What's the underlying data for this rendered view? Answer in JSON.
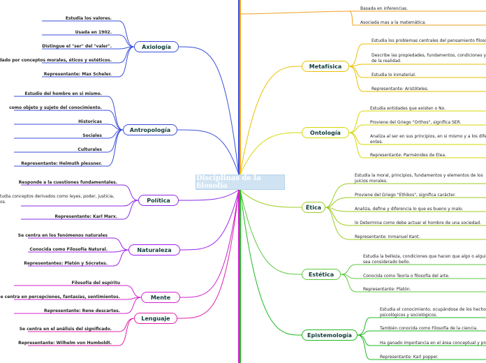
{
  "root": "Disciplinas de la filosofía",
  "branches": {
    "axiologia": {
      "label": "Axiología",
      "color": "#3a4ed8",
      "items": [
        "Estudia los valores.",
        "Usada en 1902.",
        "Distingue el \"ser\" del \"valer\".",
        "Viene dado por conceptos morales, éticos y estéticos.",
        "Representante: Max Scheler."
      ]
    },
    "antropologia": {
      "label": "Antropología",
      "color": "#3a4ed8",
      "items": [
        "Estudio del hombre en si mismo.",
        "como objeto y sujeto del conocimiento.",
        "Historicas",
        "Sociales",
        "Culturales",
        "Representante: Helmuth plessner."
      ]
    },
    "politica": {
      "label": "Política",
      "color": "#8a2be2",
      "items": [
        "Responde a la cuestiones fundamentales.",
        "tudia conceptos derivados como leyes, poder, justicia,",
        "os.",
        "Representante: Karl Marx."
      ]
    },
    "naturaleza": {
      "label": "Naturaleza",
      "color": "#a020f0",
      "items": [
        "Se centra en los fenómenos naturales",
        "Conocida como Filosofía Natural.",
        "Representantes: Platón y Sócrates."
      ]
    },
    "mente": {
      "label": "Mente",
      "color": "#d020d0",
      "items": [
        "Filosofía del espíritu",
        "Se centra en percepciones, fantasías, sentimientos.",
        "Representante: Rene descartes."
      ]
    },
    "lenguaje": {
      "label": "Lenguaje",
      "color": "#e020a8",
      "items": [
        "Se centra en el análisis del significado.",
        "Representante: Wilhelm von Humboldt."
      ]
    },
    "top_right": {
      "color": "#f0a020",
      "items": [
        "Basada en inferencias.",
        "Asociada mas a la matemática."
      ]
    },
    "metafisica": {
      "label": "Metafísica",
      "color": "#e8c000",
      "items": [
        "Estudia los problemas centrales del pensamiento filosófico",
        "Describe las propiedades, fundamentos, condiciones y caus",
        "de la realidad.",
        "Estudia lo inmaterial.",
        "Representante: Aristóteles."
      ]
    },
    "ontologia": {
      "label": "Ontología",
      "color": "#d4d800",
      "items": [
        "Estudia entidades que existen o No.",
        "Proviene del Griego \"Orthos\", significa SER.",
        "Analiza al ser en sus principios, en si mismo y a los diferent",
        "entes.",
        "Representante: Parménides de Elea."
      ]
    },
    "etica": {
      "label": "Ética",
      "color": "#9ccc20",
      "items": [
        "Estudia la moral, principios, fundamentos y elementos de los",
        "juicios morales.",
        "Proviene del Griego \"Ethikos\", significa carácter.",
        "Analiza, define y diferencia lo que es bueno y malo.",
        "lo Determina como debe actuar el hombre de una sociedad.",
        "Representante: Inmanuel Kant."
      ]
    },
    "estetica": {
      "label": "Estética",
      "color": "#5cc83c",
      "items": [
        "Estudia la belleza, condiciones que hacen que algo o alguien",
        "sea considerado bello.",
        "Conocida como Teoría o filosofía del arte.",
        "Representante: Platón."
      ]
    },
    "epistemologia": {
      "label": "Epistemología",
      "color": "#20b820",
      "items": [
        "Estudia el conocimiento, ocupándose de los hechos hi",
        "psicológicos y sociológicos.",
        "También conocida como Filosofía de la ciencia.",
        "Ha ganado importancia en el área conceptual y profes",
        "Representante: Karl popper."
      ]
    }
  }
}
